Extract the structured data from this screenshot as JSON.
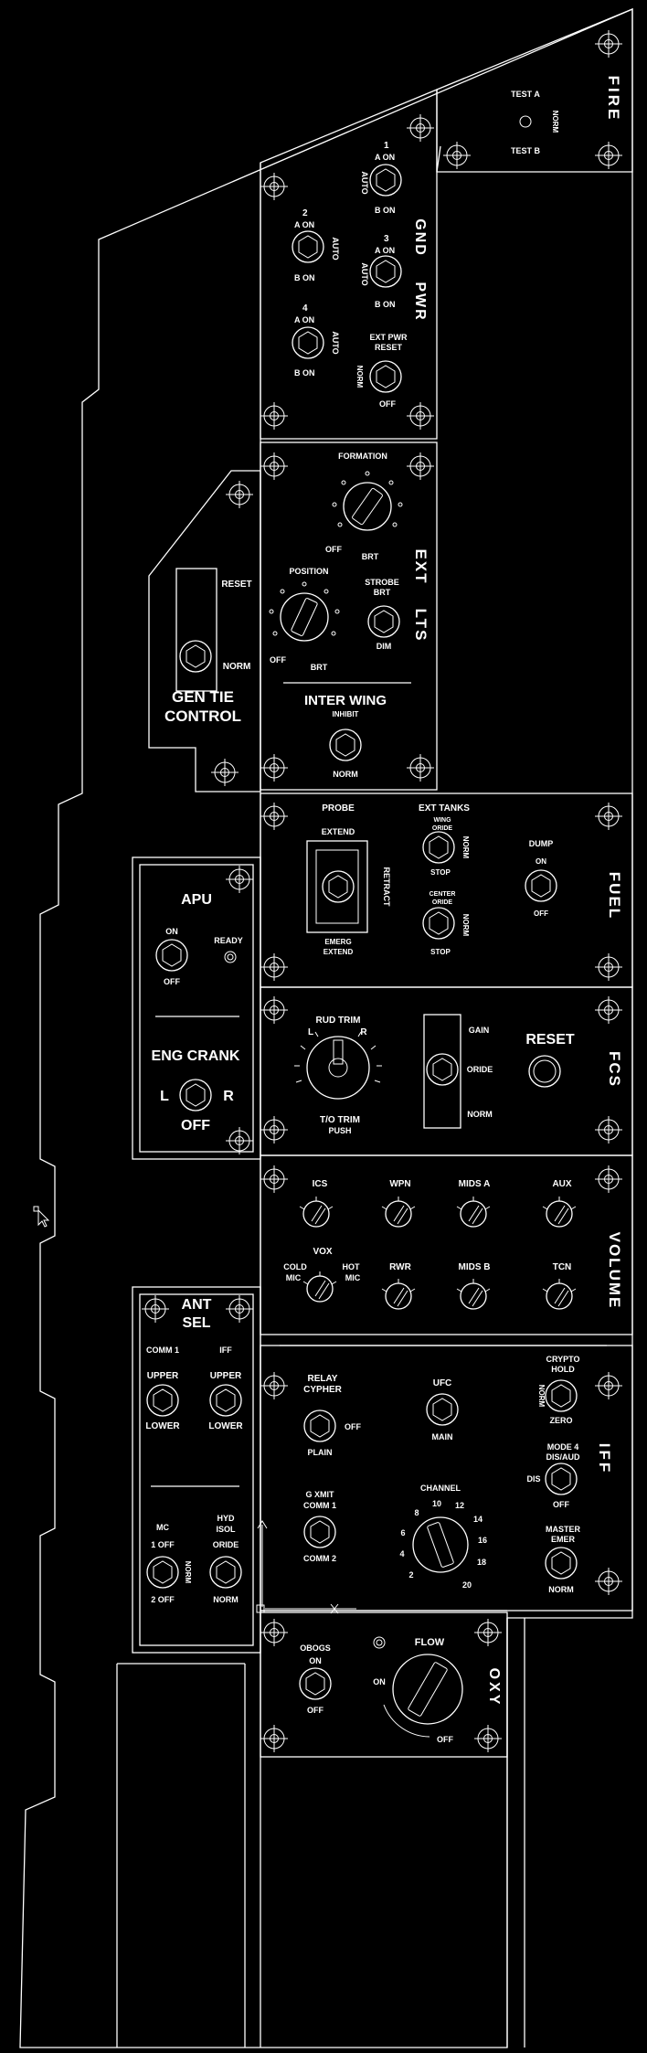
{
  "fire": {
    "title": "FIRE",
    "test_a": "TEST A",
    "test_b": "TEST B",
    "norm": "NORM"
  },
  "gnd_pwr": {
    "title_1": "GND",
    "title_2": "PWR",
    "sw1_num": "1",
    "sw1_a": "A ON",
    "sw1_b": "B ON",
    "sw1_auto": "AUTO",
    "sw2_num": "2",
    "sw2_a": "A ON",
    "sw2_b": "B ON",
    "sw2_auto": "AUTO",
    "sw3_num": "3",
    "sw3_a": "A ON",
    "sw3_b": "B ON",
    "sw3_auto": "AUTO",
    "sw4_num": "4",
    "sw4_a": "A ON",
    "sw4_b": "B ON",
    "sw4_auto": "AUTO",
    "ext_pwr_1": "EXT PWR",
    "ext_pwr_2": "RESET",
    "ext_pwr_norm": "NORM",
    "ext_pwr_off": "OFF"
  },
  "ext_lts": {
    "title_1": "EXT",
    "title_2": "LTS",
    "formation": "FORMATION",
    "formation_off": "OFF",
    "formation_brt": "BRT",
    "position": "POSITION",
    "position_off": "OFF",
    "position_brt": "BRT",
    "strobe_1": "STROBE",
    "strobe_2": "BRT",
    "strobe_dim": "DIM",
    "inter_wing": "INTER WING",
    "inhibit": "INHIBIT",
    "norm": "NORM"
  },
  "gen_tie": {
    "reset": "RESET",
    "norm": "NORM",
    "title_1": "GEN TIE",
    "title_2": "CONTROL"
  },
  "fuel": {
    "title": "FUEL",
    "probe": "PROBE",
    "extend": "EXTEND",
    "retract": "RETRACT",
    "emerg_1": "EMERG",
    "emerg_2": "EXTEND",
    "ext_tanks": "EXT TANKS",
    "wing_1": "WING",
    "wing_2": "ORIDE",
    "wing_stop": "STOP",
    "wing_norm": "NORM",
    "center_1": "CENTER",
    "center_2": "ORIDE",
    "center_stop": "STOP",
    "center_norm": "NORM",
    "dump": "DUMP",
    "dump_on": "ON",
    "dump_off": "OFF"
  },
  "apu": {
    "title": "APU",
    "on": "ON",
    "off": "OFF",
    "ready": "READY",
    "eng_crank": "ENG CRANK",
    "l": "L",
    "r": "R",
    "crank_off": "OFF"
  },
  "fcs": {
    "title": "FCS",
    "rud_trim": "RUD TRIM",
    "l": "L",
    "r": "R",
    "to_trim_1": "T/O TRIM",
    "to_trim_2": "PUSH",
    "gain": "GAIN",
    "oride": "ORIDE",
    "norm": "NORM",
    "reset": "RESET"
  },
  "volume": {
    "title": "VOLUME",
    "ics": "ICS",
    "wpn": "WPN",
    "mids_a": "MIDS A",
    "aux": "AUX",
    "vox": "VOX",
    "cold_mic_1": "COLD",
    "cold_mic_2": "MIC",
    "hot_mic_1": "HOT",
    "hot_mic_2": "MIC",
    "rwr": "RWR",
    "mids_b": "MIDS B",
    "tcn": "TCN"
  },
  "ant_sel": {
    "title_1": "ANT",
    "title_2": "SEL",
    "comm1": "COMM 1",
    "iff": "IFF",
    "upper_1": "UPPER",
    "lower_1": "LOWER",
    "upper_2": "UPPER",
    "lower_2": "LOWER",
    "mc": "MC",
    "mc_1_off": "1 OFF",
    "mc_norm": "NORM",
    "mc_2_off": "2 OFF",
    "hyd_1": "HYD",
    "hyd_2": "ISOL",
    "hyd_oride": "ORIDE",
    "hyd_norm": "NORM"
  },
  "iff": {
    "title": "IFF",
    "relay_1": "RELAY",
    "relay_2": "CYPHER",
    "relay_off": "OFF",
    "relay_plain": "PLAIN",
    "ufc": "UFC",
    "main": "MAIN",
    "crypto_1": "CRYPTO",
    "crypto_2": "HOLD",
    "crypto_norm": "NORM",
    "crypto_zero": "ZERO",
    "mode_1": "MODE 4",
    "mode_2": "DIS/AUD",
    "mode_dis": "DIS",
    "mode_off": "OFF",
    "xmit_1": "G XMIT",
    "xmit_2": "COMM 1",
    "xmit_3": "COMM 2",
    "channel": "CHANNEL",
    "ch": [
      "2",
      "4",
      "6",
      "8",
      "10",
      "12",
      "14",
      "16",
      "18",
      "20"
    ],
    "master_1": "MASTER",
    "master_2": "EMER",
    "master_norm": "NORM"
  },
  "oxy": {
    "title": "OXY",
    "obogs": "OBOGS",
    "on": "ON",
    "off": "OFF",
    "flow": "FLOW",
    "flow_on": "ON",
    "flow_off": "OFF"
  }
}
